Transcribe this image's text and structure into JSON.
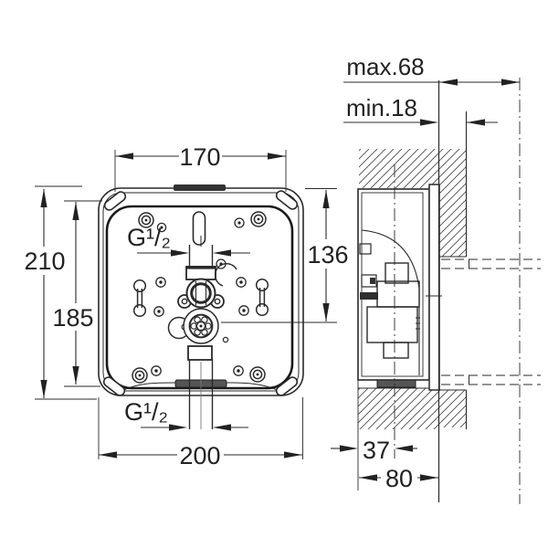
{
  "drawing": {
    "kind": "installation technical drawing",
    "line_color": "#2a2a2a",
    "background": "#ffffff",
    "front_view": {
      "dims": {
        "top_width": "170",
        "overall_height": "210",
        "slot_height": "185",
        "outlet_offset": "136",
        "bottom_width": "200",
        "thread_top": "G¹/₂",
        "thread_bottom": "G¹/₂"
      }
    },
    "side_view": {
      "dims": {
        "depth_max": "max.68",
        "depth_min": "min.18",
        "center_offset": "37",
        "housing_depth": "80"
      }
    }
  }
}
